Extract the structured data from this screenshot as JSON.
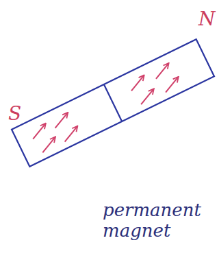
{
  "diagram": {
    "labels": [
      "S",
      "N",
      "permanent magnet"
    ]
  }
}
